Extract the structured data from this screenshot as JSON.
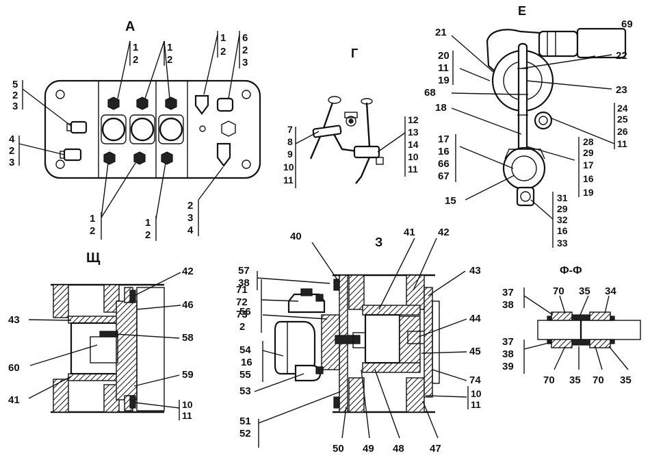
{
  "views": {
    "A": "А",
    "G": "Г",
    "E": "Е",
    "SCH": "Щ",
    "Z": "З",
    "FF": "Ф-Ф"
  },
  "callouts": {
    "A": {
      "c1": [
        "1",
        "2"
      ],
      "c2": [
        "1",
        "2"
      ],
      "c3": [
        "1",
        "2"
      ],
      "c4": [
        "6",
        "2",
        "3"
      ],
      "c5": [
        "5",
        "2",
        "3"
      ],
      "c6": [
        "4",
        "2",
        "3"
      ],
      "c7": [
        "1",
        "2"
      ],
      "c8": [
        "1",
        "2"
      ],
      "c9": [
        "2",
        "3",
        "4"
      ]
    },
    "G": {
      "left": [
        "7",
        "8",
        "9",
        "10",
        "11"
      ],
      "right": [
        "12",
        "13",
        "14",
        "10",
        "11"
      ]
    },
    "E": {
      "n21": "21",
      "n69": "69",
      "s20": [
        "20",
        "11",
        "19"
      ],
      "n22": "22",
      "n23": "23",
      "n68": "68",
      "n18": "18",
      "s24": [
        "24",
        "25",
        "26",
        "11"
      ],
      "s28": [
        "28",
        "29",
        "17",
        "16",
        "19"
      ],
      "s17": [
        "17",
        "16",
        "66",
        "67"
      ],
      "n15": "15",
      "s31": [
        "31",
        "29",
        "32",
        "16",
        "33"
      ]
    },
    "SCH": {
      "n42": "42",
      "n46": "46",
      "n43": "43",
      "n58": "58",
      "n60": "60",
      "n59": "59",
      "n41": "41",
      "s10": [
        "10",
        "11"
      ]
    },
    "Z": {
      "n40": "40",
      "n41": "41",
      "n42": "42",
      "s57": [
        "57",
        "38"
      ],
      "n43": "43",
      "s71": [
        "71",
        "72",
        "73",
        "2"
      ],
      "n56": "56",
      "n44": "44",
      "s54": [
        "54",
        "16",
        "55"
      ],
      "n45": "45",
      "n74": "74",
      "s10": [
        "10",
        "11"
      ],
      "n53": "53",
      "s51": [
        "51",
        "52"
      ],
      "n50": "50",
      "n49": "49",
      "n48": "48",
      "n47": "47"
    },
    "FF": {
      "s37a": [
        "37",
        "38"
      ],
      "n70a": "70",
      "n35a": "35",
      "n34": "34",
      "s37b": [
        "37",
        "38",
        "39"
      ],
      "n70b": "70",
      "n35b": "35",
      "n70c": "70",
      "n35c": "35"
    }
  }
}
